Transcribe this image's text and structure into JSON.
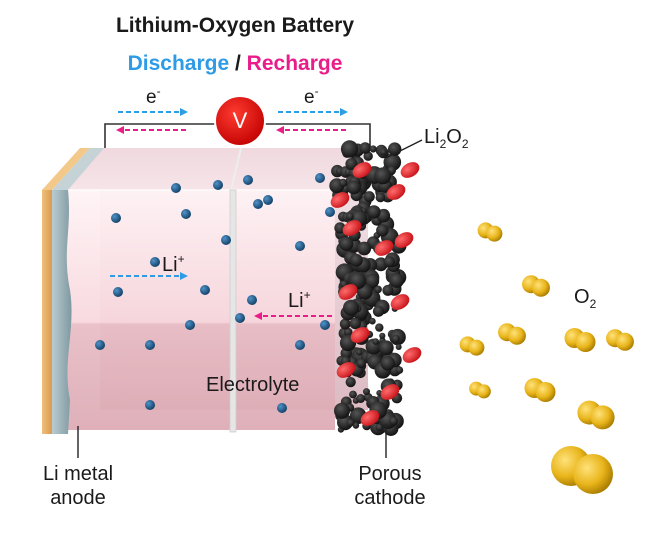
{
  "title": "Lithium-Oxygen Battery",
  "subtitle": {
    "discharge": "Discharge",
    "separator": " / ",
    "recharge": "Recharge"
  },
  "voltmeter": "V",
  "electron": {
    "base": "e",
    "sup": "-"
  },
  "lithium_ion": {
    "base": "Li",
    "sup": "+"
  },
  "product": {
    "base": "Li",
    "sub1": "2",
    "mid": "O",
    "sub2": "2"
  },
  "oxygen": {
    "base": "O",
    "sub": "2"
  },
  "electrolyte": "Electrolyte",
  "anode": {
    "line1": "Li metal",
    "line2": "anode"
  },
  "cathode": {
    "line1": "Porous",
    "line2": "cathode"
  },
  "colors": {
    "discharge": "#2d9be6",
    "recharge": "#ea1c8a",
    "voltmeter": "#e01010",
    "oxygen": "#e8b41a",
    "anode": "#e4a95c",
    "ion": "#1f5f93"
  }
}
